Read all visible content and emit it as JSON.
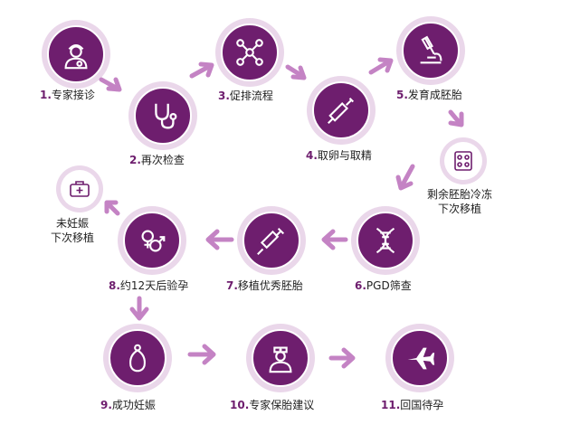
{
  "steps": [
    {
      "num": "1.",
      "text": "专家接诊",
      "icon": "doctor-icon"
    },
    {
      "num": "2.",
      "text": "再次检查",
      "icon": "stethoscope-icon"
    },
    {
      "num": "3.",
      "text": "促排流程",
      "icon": "molecule-icon"
    },
    {
      "num": "4.",
      "text": "取卵与取精",
      "icon": "syringe-icon"
    },
    {
      "num": "5.",
      "text": "发育成胚胎",
      "icon": "microscope-icon"
    },
    {
      "num": "6.",
      "text": "PGD筛查",
      "icon": "dna-icon"
    },
    {
      "num": "7.",
      "text": "移植优秀胚胎",
      "icon": "needle-icon"
    },
    {
      "num": "8.",
      "text": "约12天后验孕",
      "icon": "gender-icon"
    },
    {
      "num": "9.",
      "text": "成功妊娠",
      "icon": "pregnancy-icon"
    },
    {
      "num": "10.",
      "text": "专家保胎建议",
      "icon": "nurse-icon"
    },
    {
      "num": "11.",
      "text": "回国待孕",
      "icon": "airplane-icon"
    }
  ],
  "side_branches": [
    {
      "line1": "剩余胚胎冷冻",
      "line2": "下次移植",
      "icon": "frozen-embryo-icon"
    },
    {
      "line1": "未妊娠",
      "line2": "下次移植",
      "icon": "medical-kit-icon"
    }
  ],
  "colors": {
    "primary": "#6e1e6e",
    "ring": "#ead7ea",
    "arrow": "#c483c4"
  }
}
